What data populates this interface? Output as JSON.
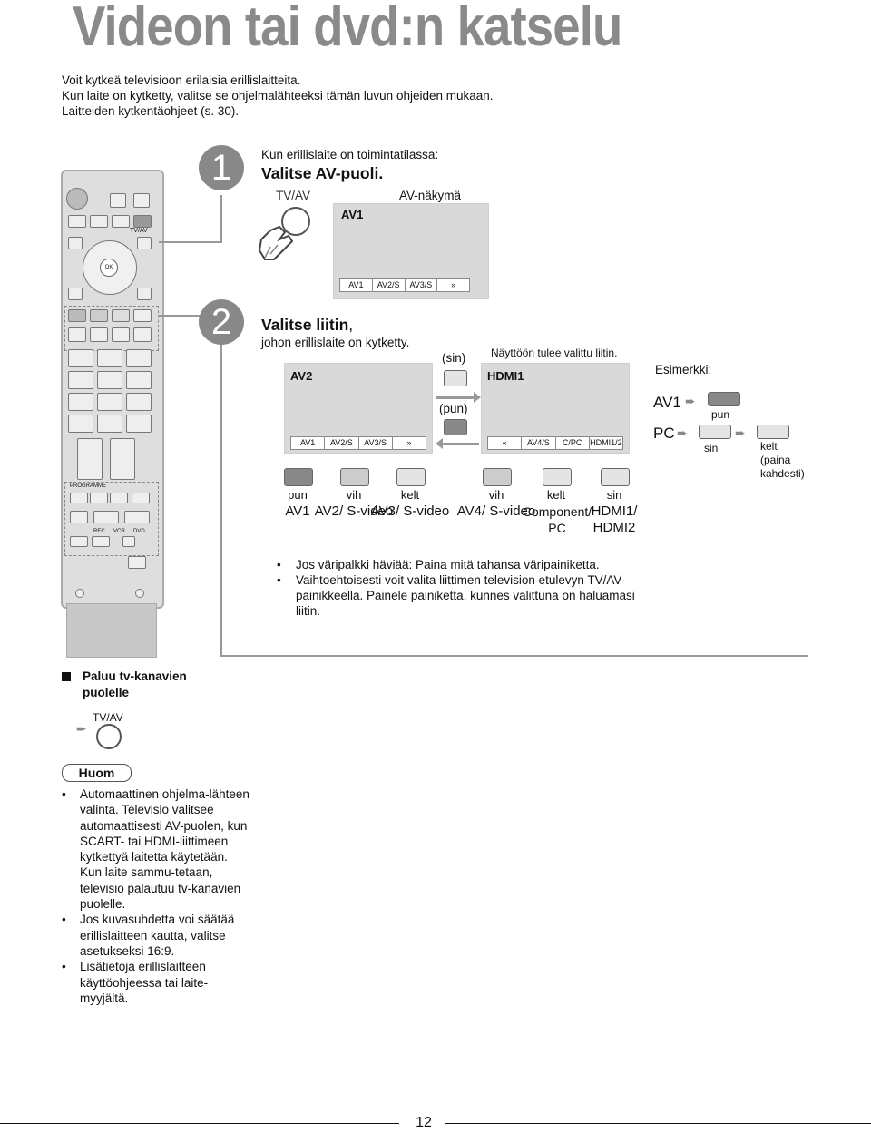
{
  "title": "Videon tai dvd:n katselu",
  "intro": [
    "Voit kytkeä televisioon erilaisia erillislaitteita.",
    "Kun laite on kytketty, valitse se ohjelmalähteeksi tämän luvun ohjeiden mukaan.",
    "Laitteiden kytkentäohjeet (s. 30)."
  ],
  "step1": {
    "number": "1",
    "subtitle": "Kun erillislaite on toimintatilassa:",
    "heading": "Valitse AV-puoli.",
    "button_label": "TV/AV",
    "screen_caption": "AV-näkymä",
    "screen_title": "AV1",
    "bar": [
      "AV1",
      "AV2/S",
      "AV3/S",
      "»"
    ]
  },
  "step2": {
    "number": "2",
    "heading": "Valitse liitin",
    "heading_suffix": ",",
    "subtitle": "johon erillislaite on kytketty.",
    "screen_left_title": "AV2",
    "bar_left": [
      "AV1",
      "AV2/S",
      "AV3/S",
      "»"
    ],
    "sin_label": "(sin)",
    "pun_label": "(pun)",
    "screen_right_caption": "Näyttöön tulee valittu liitin.",
    "screen_right_title": "HDMI1",
    "bar_right": [
      "«",
      "AV4/S",
      "C/PC",
      "HDMI1/2"
    ],
    "buttons": [
      {
        "color": "pun",
        "input": "AV1"
      },
      {
        "color": "vih",
        "input": "AV2/ S-video"
      },
      {
        "color": "kelt",
        "input": "AV3/ S-video"
      },
      {
        "color": "vih",
        "input": "AV4/ S-video"
      },
      {
        "color": "kelt",
        "input": "Component/ PC"
      },
      {
        "color": "sin",
        "input": "HDMI1/ HDMI2"
      }
    ],
    "example": {
      "title": "Esimerkki:",
      "av1": "AV1",
      "pc": "PC",
      "pun": "pun",
      "sin": "sin",
      "kelt": "kelt",
      "kelt_note": "(paina kahdesti)"
    }
  },
  "bullets": [
    "Jos väripalkki häviää: Paina mitä tahansa väripainiketta.",
    "Vaihtoehtoisesti voit valita liittimen television etulevyn TV/AV-painikkeella. Painele painiketta, kunnes valittuna on haluamasi liitin."
  ],
  "return": {
    "heading": "Paluu tv-kanavien puolelle",
    "button_label": "TV/AV"
  },
  "remote": {
    "tvav": "TV/AV",
    "ok": "OK",
    "programme": "PROGRAMME",
    "rec": "REC",
    "vcr": "VCR",
    "dvd": "DVD"
  },
  "note": {
    "label": "Huom",
    "items": [
      "Automaattinen ohjelma-lähteen valinta. Televisio valitsee automaattisesti AV-puolen, kun SCART- tai HDMI-liittimeen kytkettyä laitetta käytetään. Kun laite sammu-tetaan, televisio palautuu tv-kanavien puolelle.",
      "Jos kuvasuhdetta voi säätää erillislaitteen kautta, valitse asetukseksi 16:9.",
      "Lisätietoja erillislaitteen käyttöohjeessa tai laite-myyjältä."
    ]
  },
  "page_number": "12"
}
